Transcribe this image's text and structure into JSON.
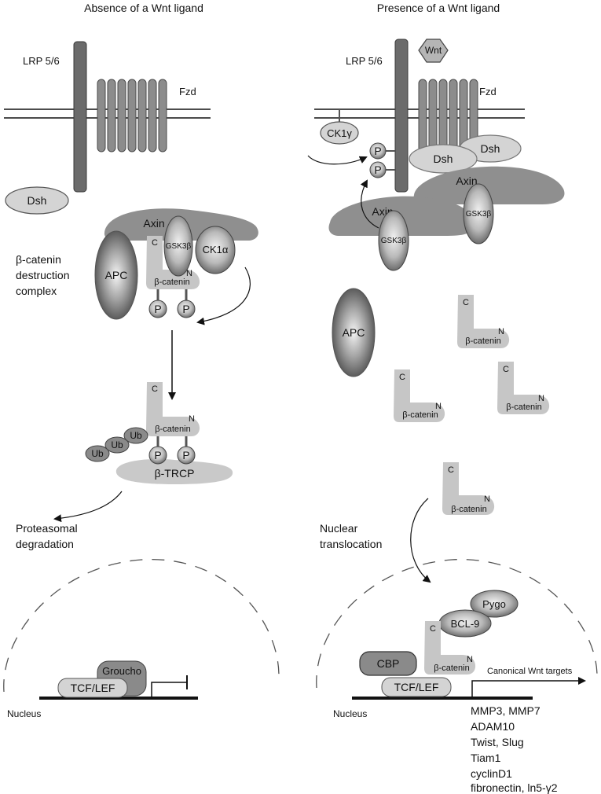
{
  "left_panel": {
    "title": "Absence of a Wnt ligand",
    "lrp_label": "LRP 5/6",
    "fzd_label": "Fzd",
    "dsh_label": "Dsh",
    "axin_label": "Axin",
    "gsk_label": "GSK3β",
    "ck1a_label": "CK1α",
    "apc_label": "APC",
    "c_label": "C",
    "n_label": "N",
    "bcat_label": "β-catenin",
    "p_label": "P",
    "complex_line1": "β-catenin",
    "complex_line2": "destruction",
    "complex_line3": "complex",
    "ub_label": "Ub",
    "btrcp_label": "β-TRCP",
    "proteasome_line1": "Proteasomal",
    "proteasome_line2": "degradation",
    "groucho_label": "Groucho",
    "tcf_label": "TCF/LEF",
    "nucleus_label": "Nucleus"
  },
  "right_panel": {
    "title": "Presence of a Wnt ligand",
    "lrp_label": "LRP 5/6",
    "wnt_label": "Wnt",
    "fzd_label": "Fzd",
    "ck1g_label": "CK1γ",
    "p_label": "P",
    "dsh_label": "Dsh",
    "axin_label": "Axin",
    "gsk_label": "GSK3β",
    "apc_label": "APC",
    "c_label": "C",
    "n_label": "N",
    "bcat_label": "β-catenin",
    "translocation_line1": "Nuclear",
    "translocation_line2": "translocation",
    "pygo_label": "Pygo",
    "bcl9_label": "BCL-9",
    "cbp_label": "CBP",
    "tcf_label": "TCF/LEF",
    "targets_label": "Canonical Wnt targets",
    "nucleus_label": "Nucleus",
    "target_genes": [
      "MMP3, MMP7",
      "ADAM10",
      "Twist, Slug",
      "Tiam1",
      "cyclinD1",
      "fibronectin, ln5-γ2"
    ]
  },
  "colors": {
    "receptor": "#6b6b6b",
    "fzd": "#8c8c8c",
    "axin": "#8f8f8f",
    "catenin": "#c6c6c6",
    "light_oval": "#d4d4d4",
    "outline": "#4a4a4a"
  }
}
